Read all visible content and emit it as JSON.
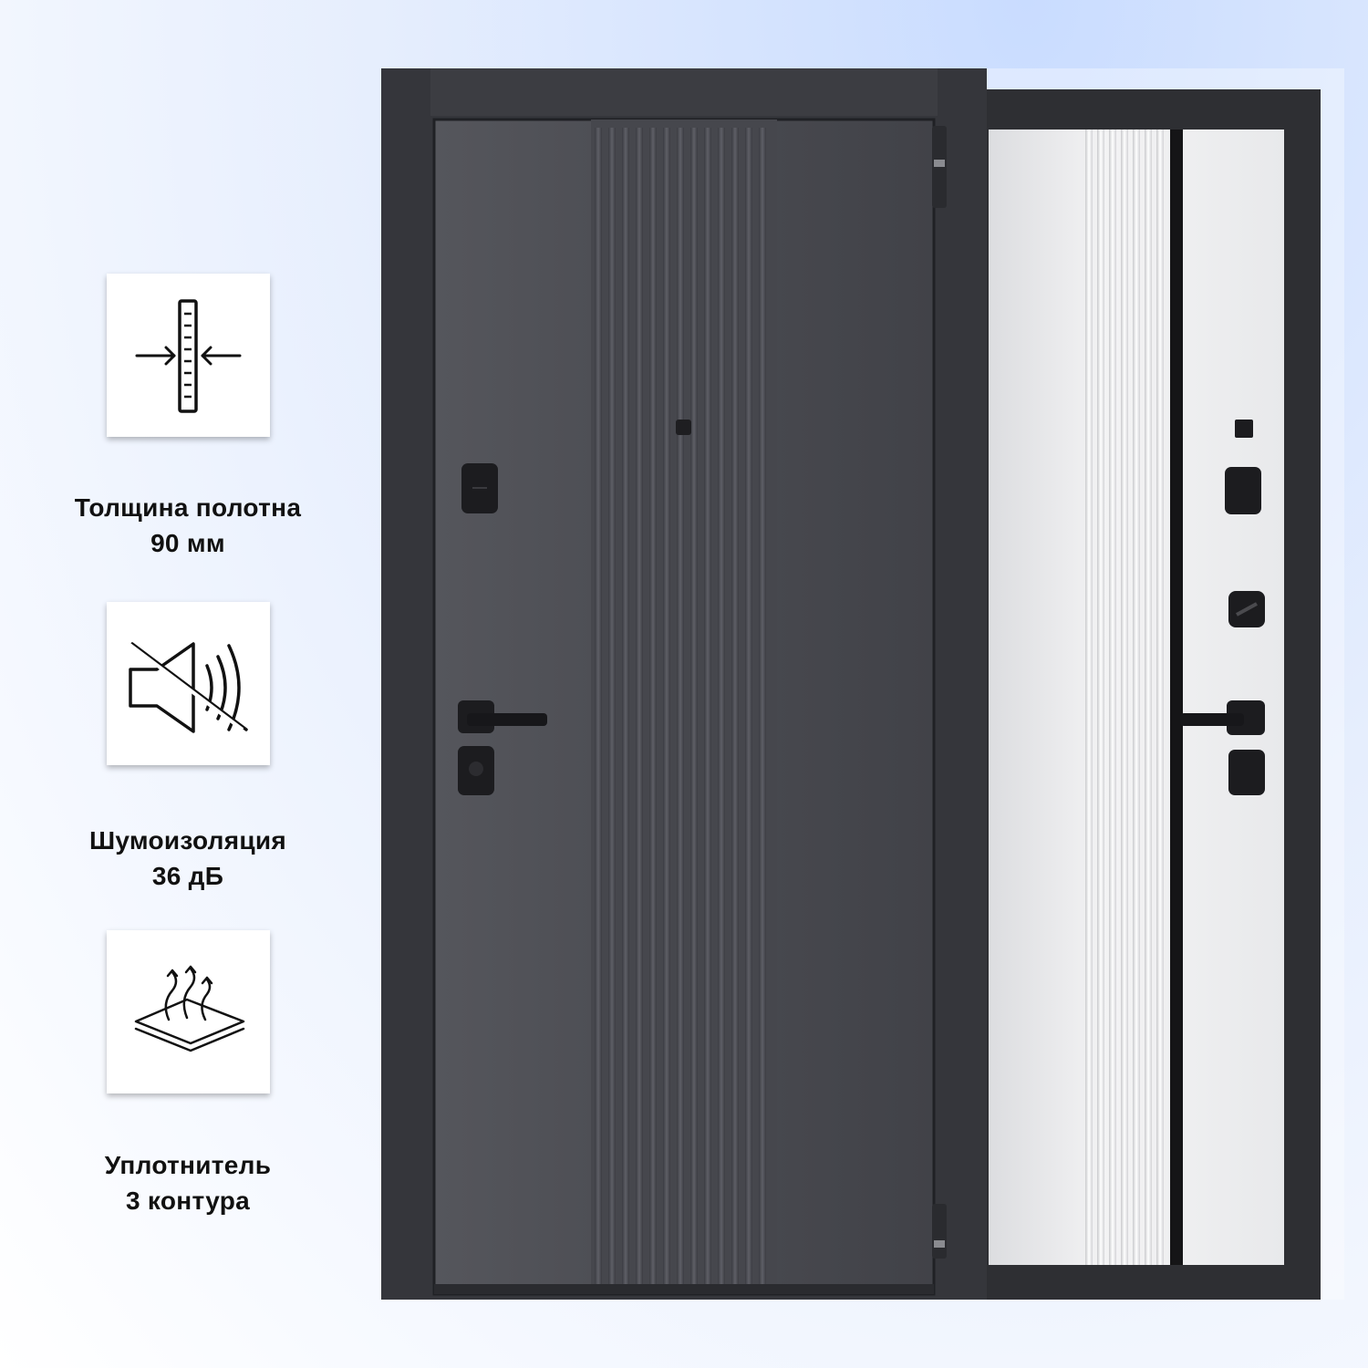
{
  "features": [
    {
      "icon": "thickness-icon",
      "title": "Толщина полотна",
      "value": "90 мм"
    },
    {
      "icon": "sound-insulation-icon",
      "title": "Шумоизоляция",
      "value": "36 дБ"
    },
    {
      "icon": "seal-layers-icon",
      "title": "Уплотнитель",
      "value": "3 контура"
    }
  ],
  "colors": {
    "background_top": "#c9dcff",
    "door_outer": "#4b4c52",
    "door_frame": "#2e2f34",
    "door_inner_panel": "#e9eaec",
    "hardware": "#1c1c1f"
  }
}
